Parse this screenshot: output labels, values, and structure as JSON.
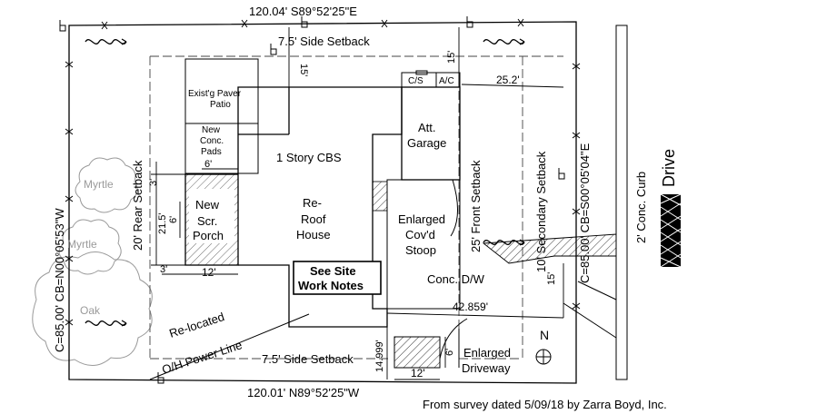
{
  "bearings": {
    "top": "120.04' S89°52'25\"E",
    "bottom": "120.01' N89°52'25\"W",
    "left": "C=85.00' CB=N00°05'53\"W",
    "right": "C=85.00' CB=S00°05'04\"E"
  },
  "setbacks": {
    "side_top": "7.5' Side Setback",
    "side_bottom": "7.5' Side Setback",
    "rear": "20' Rear Setback",
    "front": "25' Front Setback",
    "secondary": "10' Secondary Setback"
  },
  "dimensions": {
    "top_15_a": "15'",
    "top_15_b": "15'",
    "front_25_2": "25.2'",
    "pad_6": "6'",
    "rear_3_top": "3'",
    "rear_21_5": "21.5'",
    "rear_6": "6'",
    "rear_3_bottom": "3'",
    "porch_12": "12'",
    "right_15": "15'",
    "driveway_42": "42.859'",
    "driveway_14": "14.999'",
    "drive_6": "6'",
    "drive_12": "12'"
  },
  "labels": {
    "patio_1": "Exist'g Paver",
    "patio_2": "Patio",
    "pads_1": "New",
    "pads_2": "Conc.",
    "pads_3": "Pads",
    "house_type": "1 Story CBS",
    "porch_1": "New",
    "porch_2": "Scr.",
    "porch_3": "Porch",
    "reroof_1": "Re-",
    "reroof_2": "Roof",
    "reroof_3": "House",
    "garage_1": "Att.",
    "garage_2": "Garage",
    "cs": "C/S",
    "ac": "A/C",
    "stoop_1": "Enlarged",
    "stoop_2": "Cov'd",
    "stoop_3": "Stoop",
    "work_notes_1": "See Site",
    "work_notes_2": "Work Notes",
    "driveway_cw": "Conc. D/W",
    "enl_drive_1": "Enlarged",
    "enl_drive_2": "Driveway",
    "relocated": "Re-located",
    "power_line": "O/H Power Line",
    "north": "N",
    "curb": "2' Conc. Curb",
    "drive": "Drive"
  },
  "trees": {
    "myrtle_1": "Myrtle",
    "myrtle_2": "Myrtle",
    "oak": "Oak"
  },
  "footer": "From survey dated 5/09/18 by Zarra Boyd, Inc."
}
